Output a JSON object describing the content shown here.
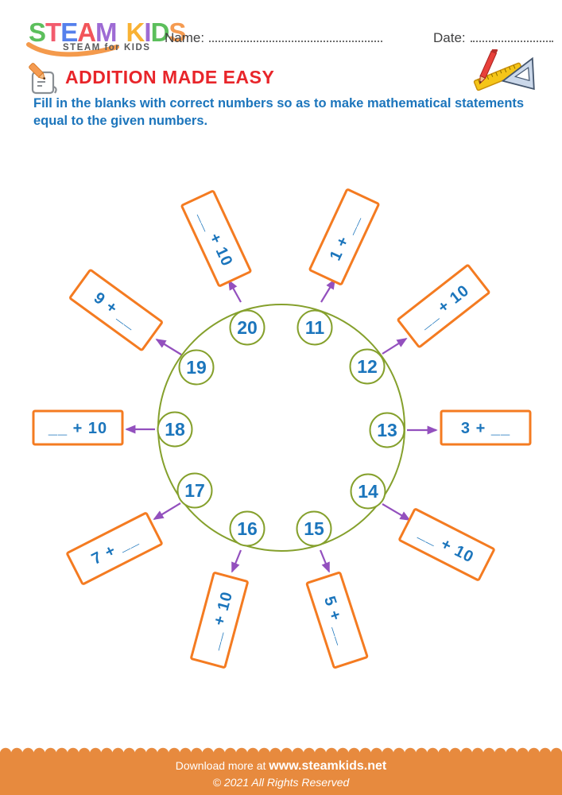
{
  "logo": {
    "letters": [
      "S",
      "T",
      "E",
      "A",
      "M",
      "K",
      "I",
      "D",
      "S"
    ],
    "tagline": "STEAM for KIDS"
  },
  "header": {
    "name_label": "Name:",
    "date_label": "Date:"
  },
  "title": "ADDITION MADE EASY",
  "instructions": {
    "line1": "Fill in the blanks with correct numbers so as to make mathematical statements",
    "line2": "equal to the given numbers."
  },
  "icons": {
    "title_left": "notepad-pencil-icon",
    "header_right": "ruler-and-set-square-icon"
  },
  "diagram": {
    "nodes": [
      {
        "number": "11",
        "expression": "1 + __"
      },
      {
        "number": "12",
        "expression": "__ + 10"
      },
      {
        "number": "13",
        "expression": "3 + __"
      },
      {
        "number": "14",
        "expression": "__ + 10"
      },
      {
        "number": "15",
        "expression": "5 + __"
      },
      {
        "number": "16",
        "expression": "__ + 10"
      },
      {
        "number": "17",
        "expression": "7 + __"
      },
      {
        "number": "18",
        "expression": "__ + 10"
      },
      {
        "number": "19",
        "expression": "9 + __"
      },
      {
        "number": "20",
        "expression": "__ + 10"
      }
    ]
  },
  "footer": {
    "prefix": "Download more at",
    "url": "www.steamkids.net",
    "copyright": "© 2021 All Rights Reserved"
  },
  "colors": {
    "title_red": "#E8252A",
    "text_blue": "#1B75BC",
    "instruction_blue": "#1C75BC",
    "circle_green": "#85A02C",
    "box_orange": "#F47B21",
    "arrow_purple": "#9350BE",
    "footer_orange": "#E78A3E"
  }
}
